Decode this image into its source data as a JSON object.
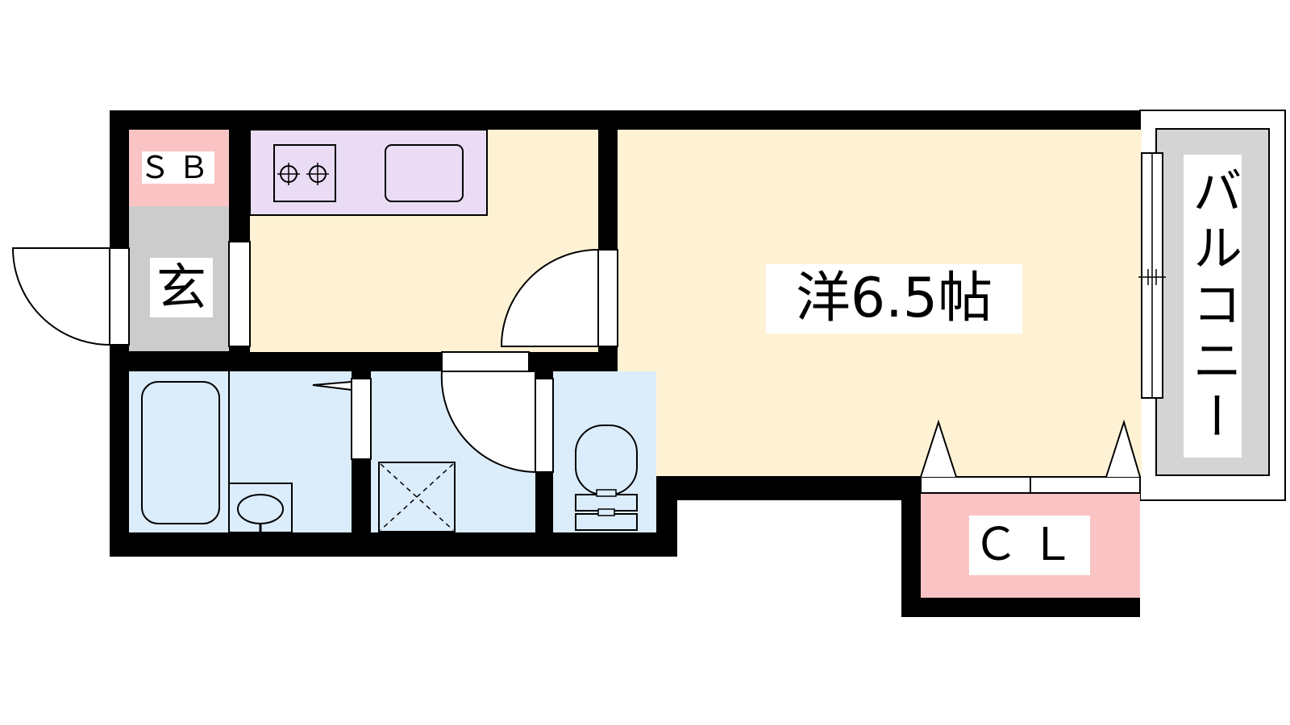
{
  "rooms": {
    "shoe_box": "ＳＢ",
    "entrance": "玄",
    "western_room": "洋6.5帖",
    "closet": "ＣＬ",
    "balcony": "バルコニー"
  },
  "colors": {
    "wall": "#000000",
    "shoe_box": "#fbc4c4",
    "entrance": "#cccccc",
    "kitchen_floor": "#fff2d4",
    "kitchen_counter": "#eadcf5",
    "western_floor": "#fff2d4",
    "wet_area": "#dbecfb",
    "closet": "#fbc4c4",
    "balcony_floor": "#d4d4d4"
  }
}
